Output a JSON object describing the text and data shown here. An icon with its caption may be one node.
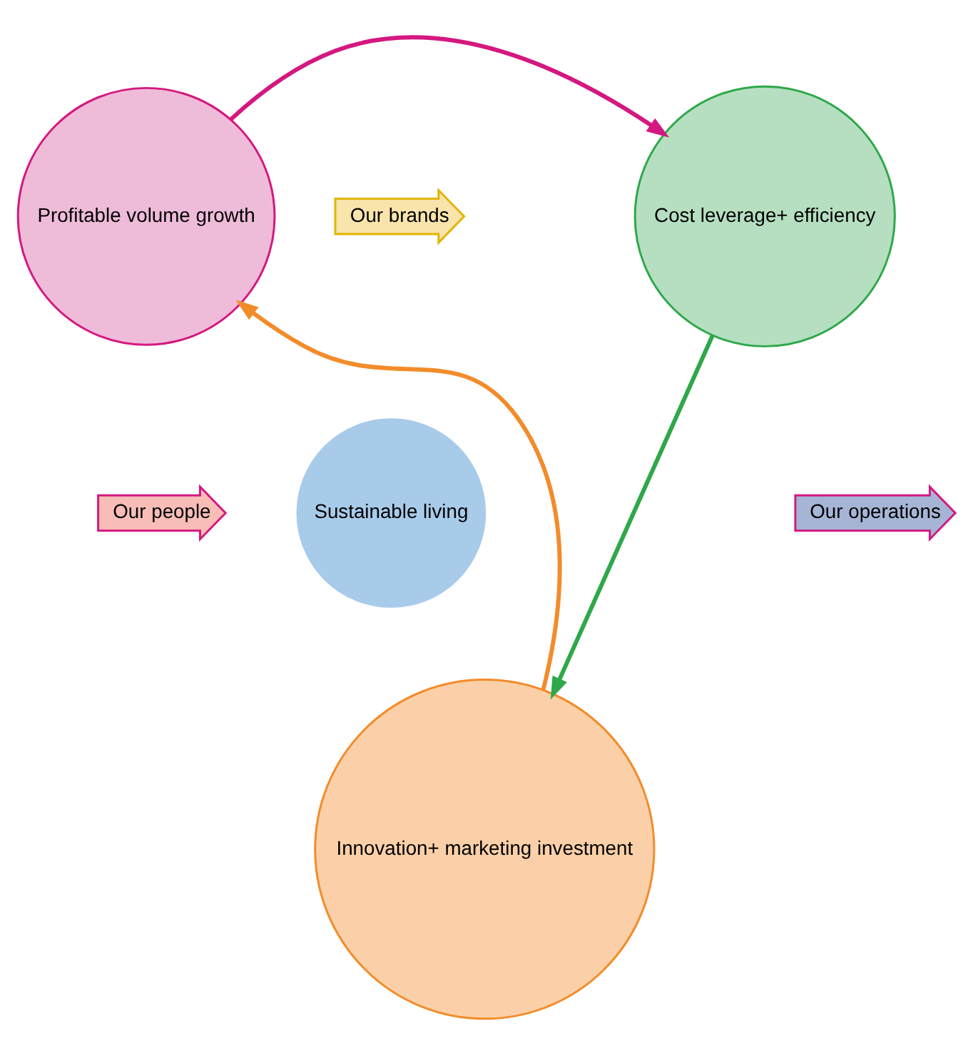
{
  "diagram": {
    "nodes": [
      {
        "text": [
          "Profitable volume growth"
        ]
      },
      {
        "text": [
          "Cost leverage+ efficiency"
        ]
      },
      {
        "text": [
          "Innovation+ marketing investment"
        ]
      },
      {
        "text": [
          "Our brands"
        ]
      },
      {
        "text": [
          "Our operations"
        ]
      },
      {
        "text": [
          "Our people"
        ]
      },
      {
        "text": [
          "Sustainable living"
        ]
      }
    ],
    "edges": [
      {
        "from": 0,
        "to": 1,
        "arrow": "to",
        "color": "#d4187f"
      },
      {
        "from": 1,
        "to": 2,
        "arrow": "to",
        "color": "#2ea84a"
      },
      {
        "from": 2,
        "to": 0,
        "arrow": "to",
        "color": "#f28c2a"
      }
    ]
  }
}
